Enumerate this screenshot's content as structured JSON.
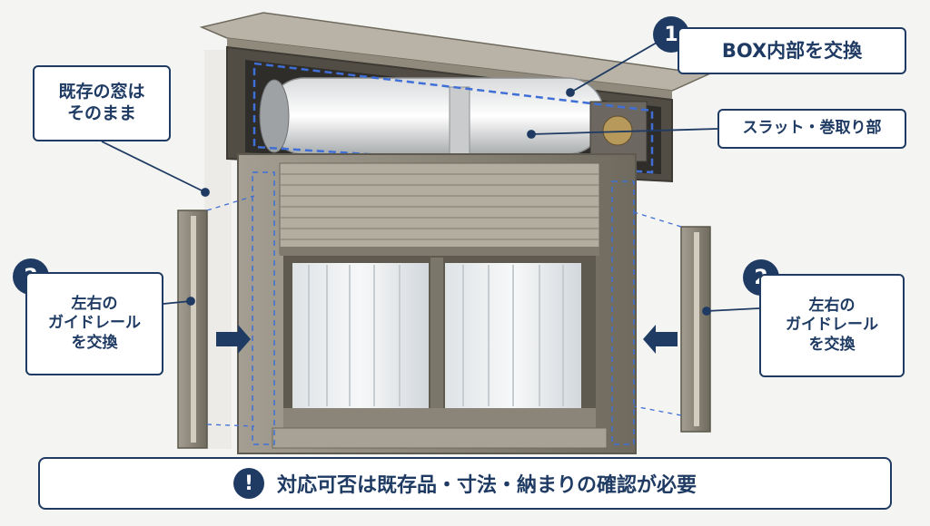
{
  "callouts": {
    "box": {
      "number": "1",
      "label": "BOX内部を交換"
    },
    "slat": {
      "label": "スラット・巻取り部"
    },
    "existing": {
      "label": "既存の窓は\nそのまま"
    },
    "rail_left": {
      "number": "2",
      "label": "左右の\nガイドレール\nを交換"
    },
    "rail_right": {
      "number": "2",
      "label": "左右の\nガイドレール\nを交換"
    }
  },
  "footer": {
    "icon": "!",
    "text": "対応可否は既存品・寸法・納まりの確認が必要"
  },
  "colors": {
    "navy": "#1f3b63",
    "frame": "#8f8a7c",
    "frame_dark": "#5f5a4f",
    "glass": "#e9ecef"
  }
}
